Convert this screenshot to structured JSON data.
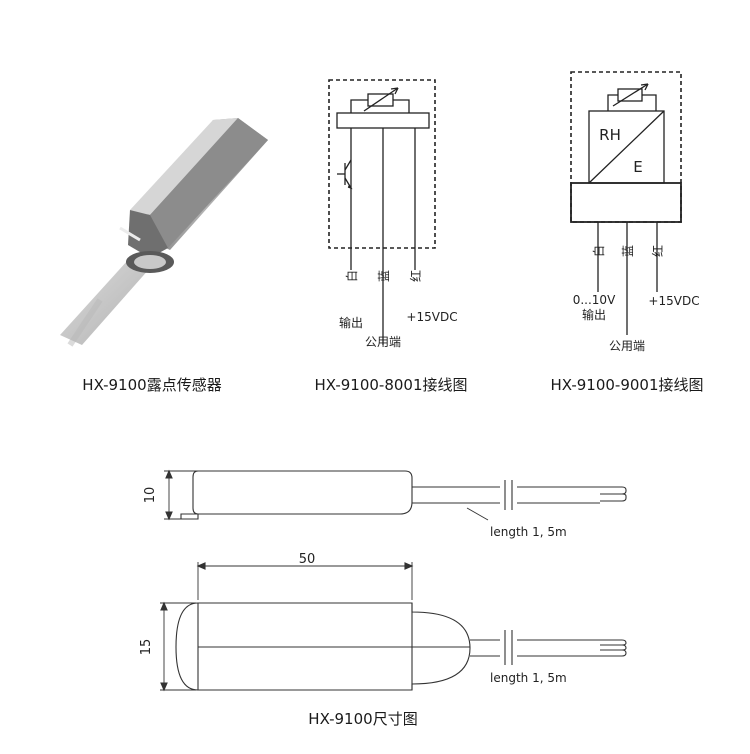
{
  "product_caption": "HX-9100露点传感器",
  "wiring_8001": {
    "caption": "HX-9100-8001接线图",
    "wire_colors": [
      "白",
      "蓝",
      "红"
    ],
    "label_output": "输出",
    "label_common": "公用端",
    "label_supply": "+15VDC"
  },
  "wiring_9001": {
    "caption": "HX-9100-9001接线图",
    "block_rh": "RH",
    "block_e": "E",
    "wire_colors": [
      "白",
      "蓝",
      "红"
    ],
    "label_range": "0...10V",
    "label_output": "输出",
    "label_common": "公用端",
    "label_supply": "+15VDC"
  },
  "dimensions": {
    "caption": "HX-9100尺寸图",
    "height": "10",
    "length": "50",
    "width": "15",
    "cable_note_side": "length 1, 5m",
    "cable_note_top": "length 1, 5m"
  },
  "colors": {
    "line": "#222222",
    "sensor_gray": "#9a9a9a",
    "cable_gray": "#c8c8c8"
  }
}
